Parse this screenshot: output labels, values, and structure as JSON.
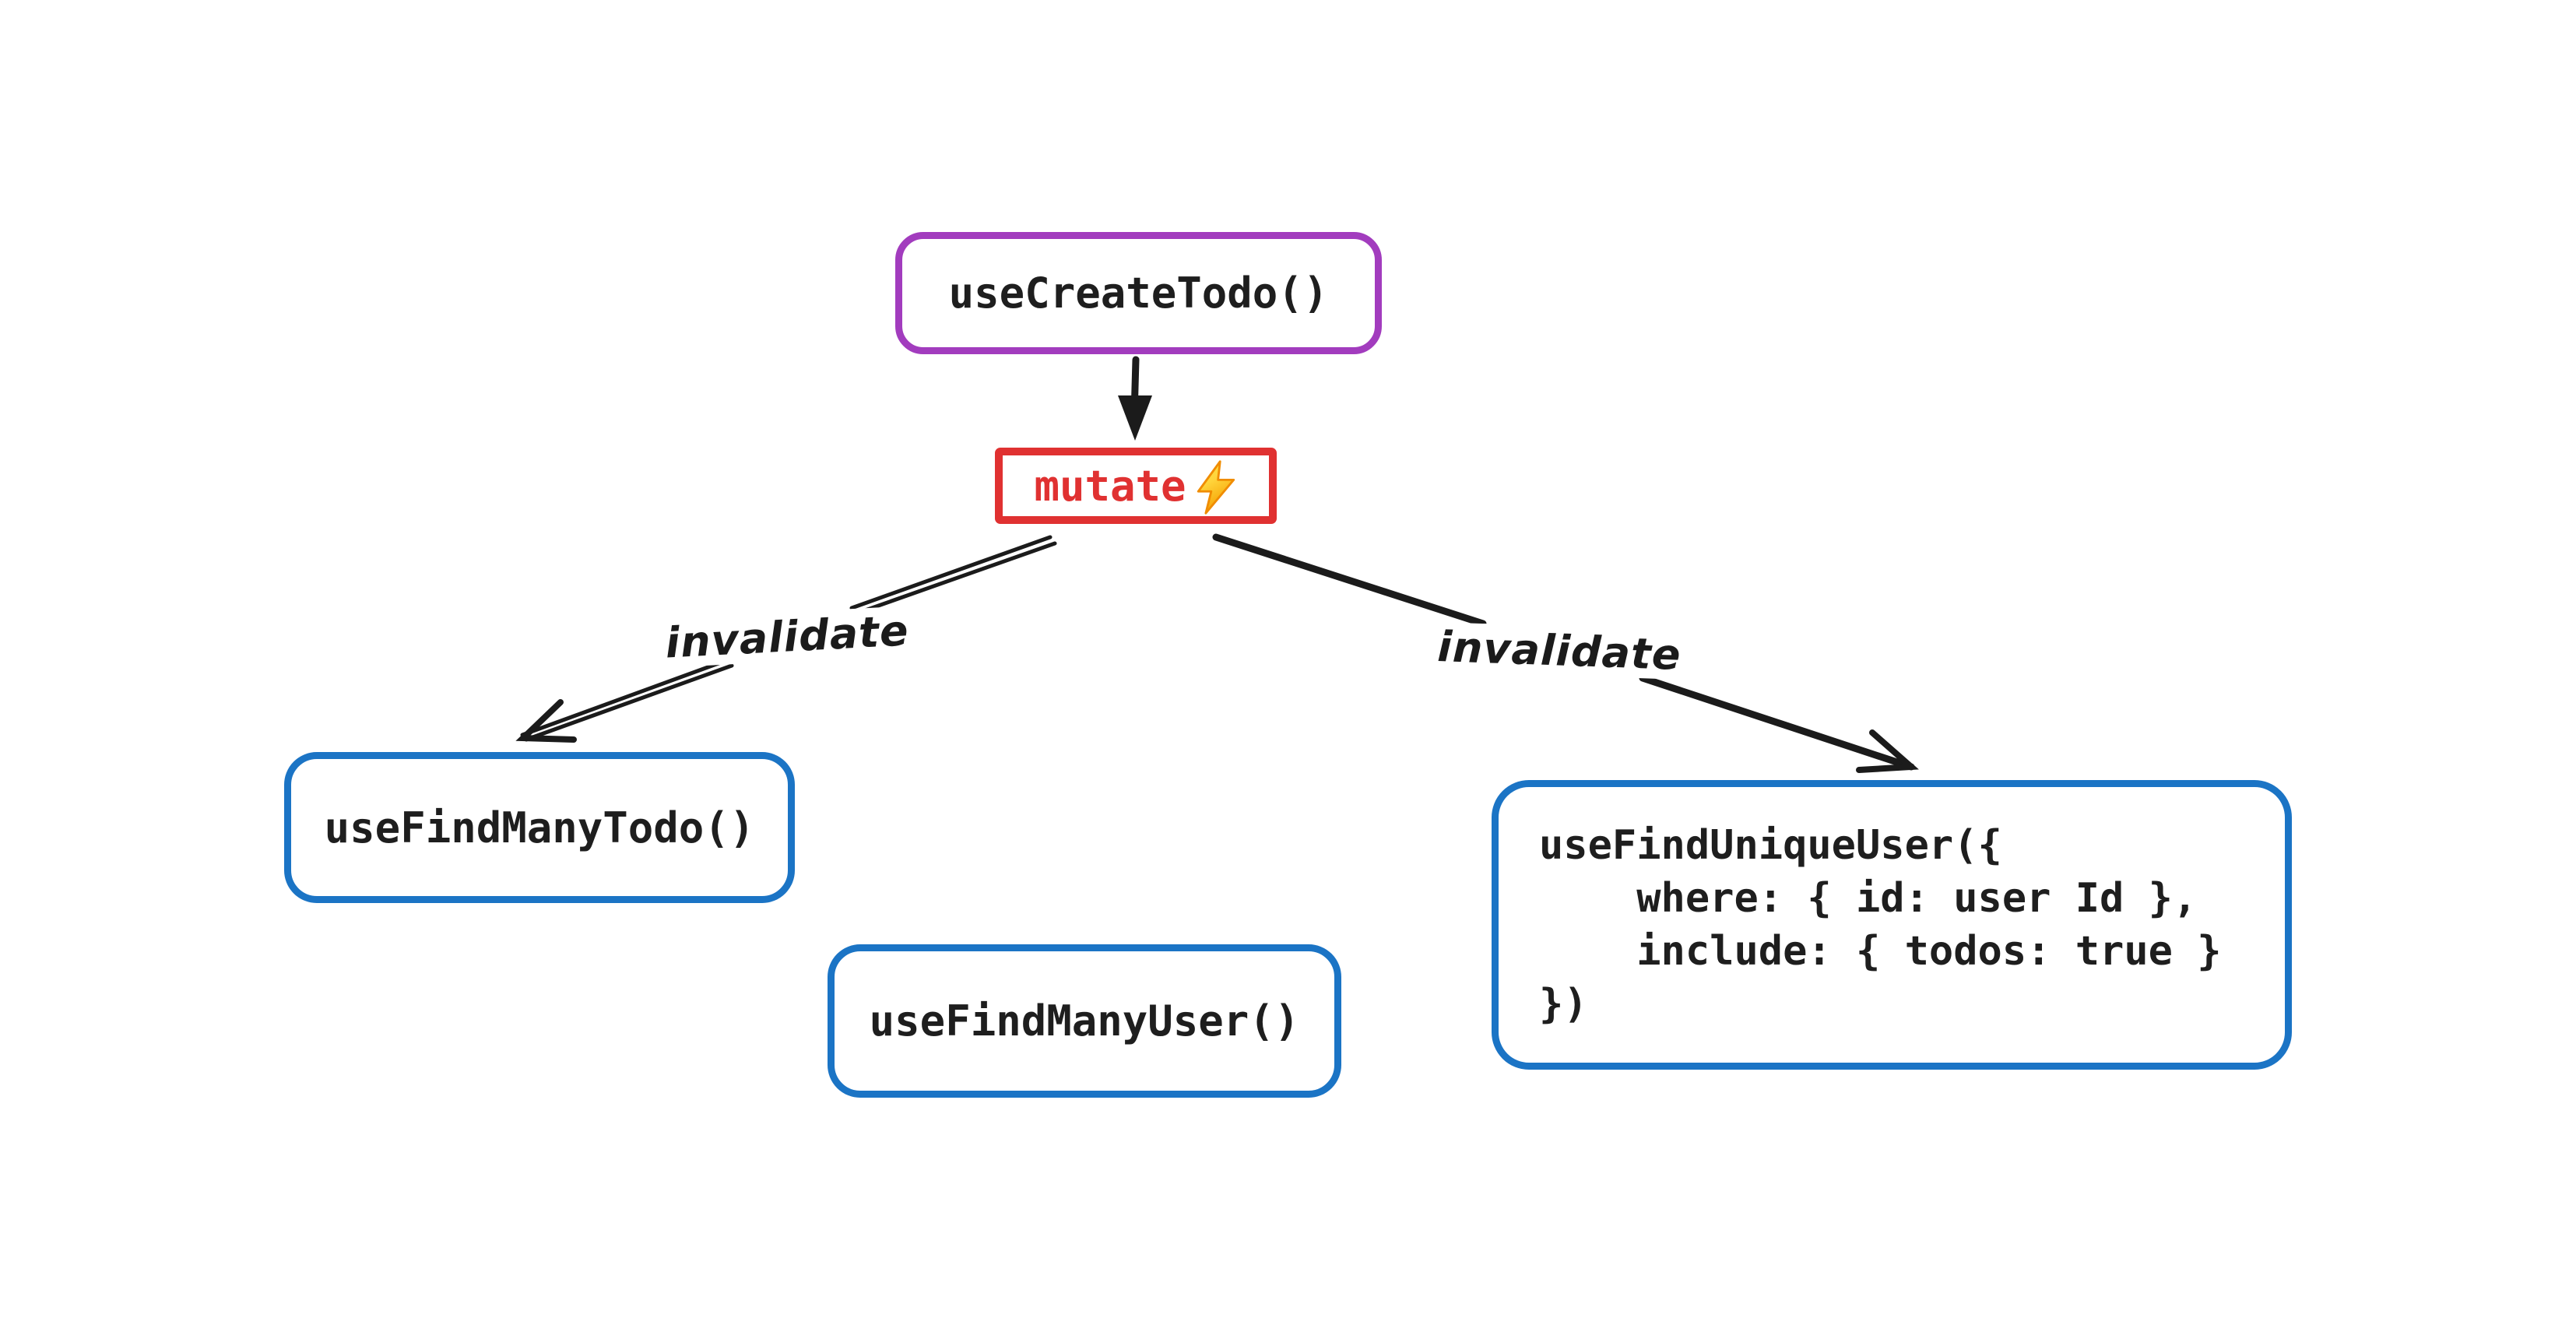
{
  "canvas": {
    "background": "#ffffff",
    "arrow_color": "#1b1b1b"
  },
  "nodes": {
    "use_create_todo": {
      "label": "useCreateTodo()",
      "border_color": "#a23cbe",
      "text_color": "#1e1e1e"
    },
    "mutate": {
      "label": "mutate",
      "icon": "lightning-bolt-icon",
      "border_color": "#e03131",
      "text_color": "#e03131"
    },
    "use_find_many_todo": {
      "label": "useFindManyTodo()",
      "border_color": "#1b74c5",
      "text_color": "#1e1e1e"
    },
    "use_find_many_user": {
      "label": "useFindManyUser()",
      "border_color": "#1b74c5",
      "text_color": "#1e1e1e"
    },
    "use_find_unique_user": {
      "border_color": "#1b74c5",
      "text_color": "#1e1e1e",
      "code_lines": [
        "useFindUniqueUser({",
        "    where: { id: user Id },",
        "    include: { todos: true }",
        "})"
      ]
    }
  },
  "edges": {
    "create_to_mutate": {
      "label": ""
    },
    "mutate_to_find_many_todo": {
      "label": "invalidate"
    },
    "mutate_to_find_unique_user": {
      "label": "invalidate"
    }
  },
  "bolt": {
    "fill_top": "#ffe14a",
    "fill_bottom": "#f59f00",
    "outline": "#f08c00"
  }
}
